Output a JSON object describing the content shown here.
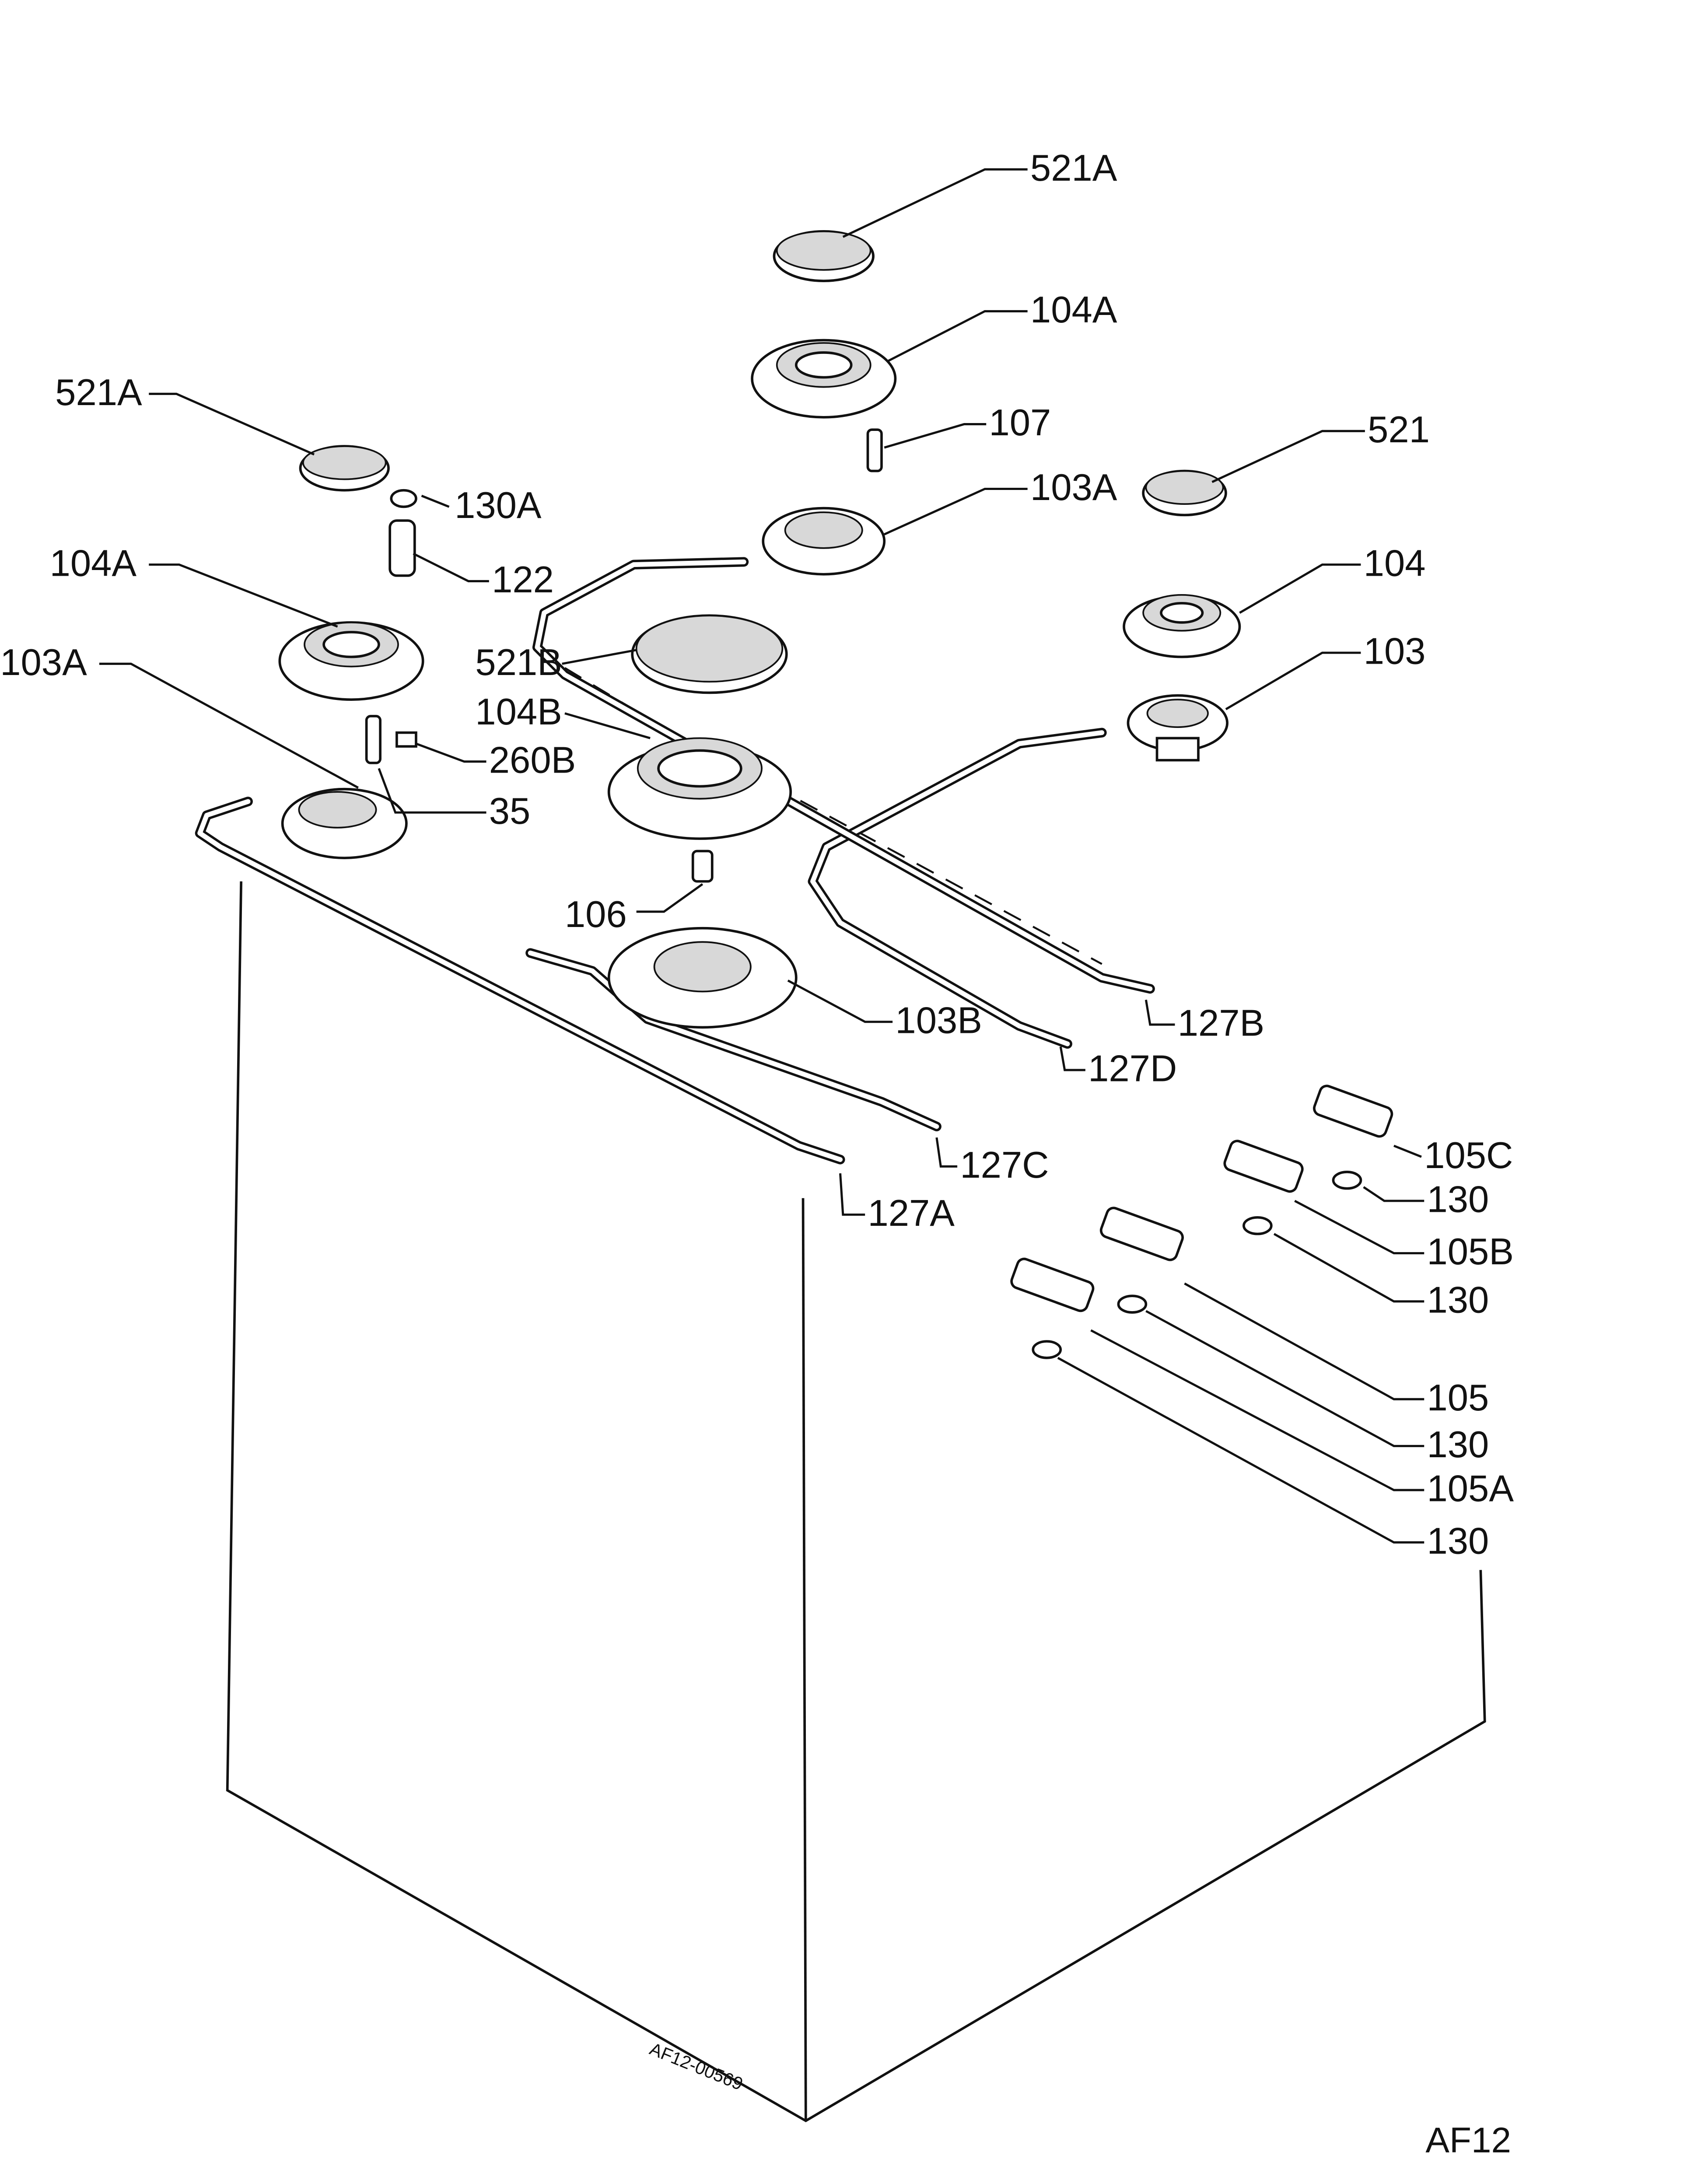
{
  "diagram": {
    "title_code": "AF12",
    "drawing_number": "AF12-00569",
    "labels": {
      "cap_top": "521A",
      "burner_top": "104A",
      "cap_left": "521A",
      "washer_130a": "130A",
      "part_122": "122",
      "burner_left": "104A",
      "base_left": "103A",
      "part_260b": "260B",
      "part_35": "35",
      "cap_large": "521B",
      "burner_large": "104B",
      "part_106": "106",
      "part_107": "107",
      "base_top": "103A",
      "cap_right": "521",
      "burner_right": "104",
      "base_right": "103",
      "base_large": "103B",
      "pipe_127b": "127B",
      "pipe_127d": "127D",
      "pipe_127c": "127C",
      "pipe_127a": "127A",
      "valve_105c": "105C",
      "washer_1": "130",
      "valve_105b": "105B",
      "washer_2": "130",
      "valve_105": "105",
      "washer_3": "130",
      "valve_105a": "105A",
      "washer_4": "130"
    }
  }
}
